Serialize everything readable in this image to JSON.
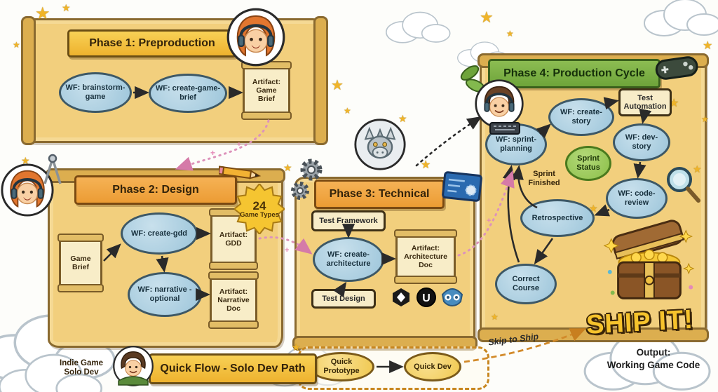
{
  "decor": {
    "star": "★",
    "sparkle": "+"
  },
  "icons": {
    "unreal_letter": "U"
  },
  "phase1": {
    "title": "Phase 1: Preproduction",
    "wf_brainstorm": "WF: brainstorm-game",
    "wf_create_brief": "WF: create-game-brief",
    "artifact_brief": "Artifact: Game Brief"
  },
  "phase2": {
    "title": "Phase 2: Design",
    "badge_number": "24",
    "badge_label": "Game Types",
    "game_brief": "Game Brief",
    "wf_create_gdd": "WF: create-gdd",
    "artifact_gdd": "Artifact: GDD",
    "wf_narrative": "WF: narrative - optional",
    "artifact_narrative": "Artifact: Narrative Doc"
  },
  "phase3": {
    "title": "Phase 3: Technical",
    "test_framework": "Test Framework",
    "wf_create_architecture": "WF: create-architecture",
    "artifact_architecture": "Artifact: Architecture Doc",
    "test_design": "Test Design"
  },
  "phase4": {
    "title": "Phase 4: Production Cycle",
    "wf_create_story": "WF: create-story",
    "test_automation": "Test Automation",
    "wf_sprint_planning": "WF: sprint-planning",
    "wf_dev_story": "WF: dev-story",
    "sprint_status": "Sprint Status",
    "sprint_finished": "Sprint Finished",
    "wf_code_review": "WF: code-review",
    "retrospective": "Retrospective",
    "correct_course": "Correct Course"
  },
  "quick_flow": {
    "solo_label": "Indie Game Solo Dev",
    "banner": "Quick Flow - Solo Dev Path",
    "quick_prototype": "Quick Prototype",
    "quick_dev": "Quick Dev",
    "skip_label": "Skip to Ship"
  },
  "ship": {
    "title": "SHIP IT!",
    "output_line1": "Output:",
    "output_line2": "Working Game Code"
  },
  "colors": {
    "parchment": "#f2cf7d",
    "banner_gold": "#f1bd3f",
    "banner_orange": "#ec9c34",
    "banner_green": "#6ea43a",
    "node_blue": "#9cc5da",
    "status_green": "#8cc04a",
    "ship_gold": "#f6c32c",
    "trail_pink": "#dd93bb",
    "trail_orange": "#d28a2a"
  }
}
